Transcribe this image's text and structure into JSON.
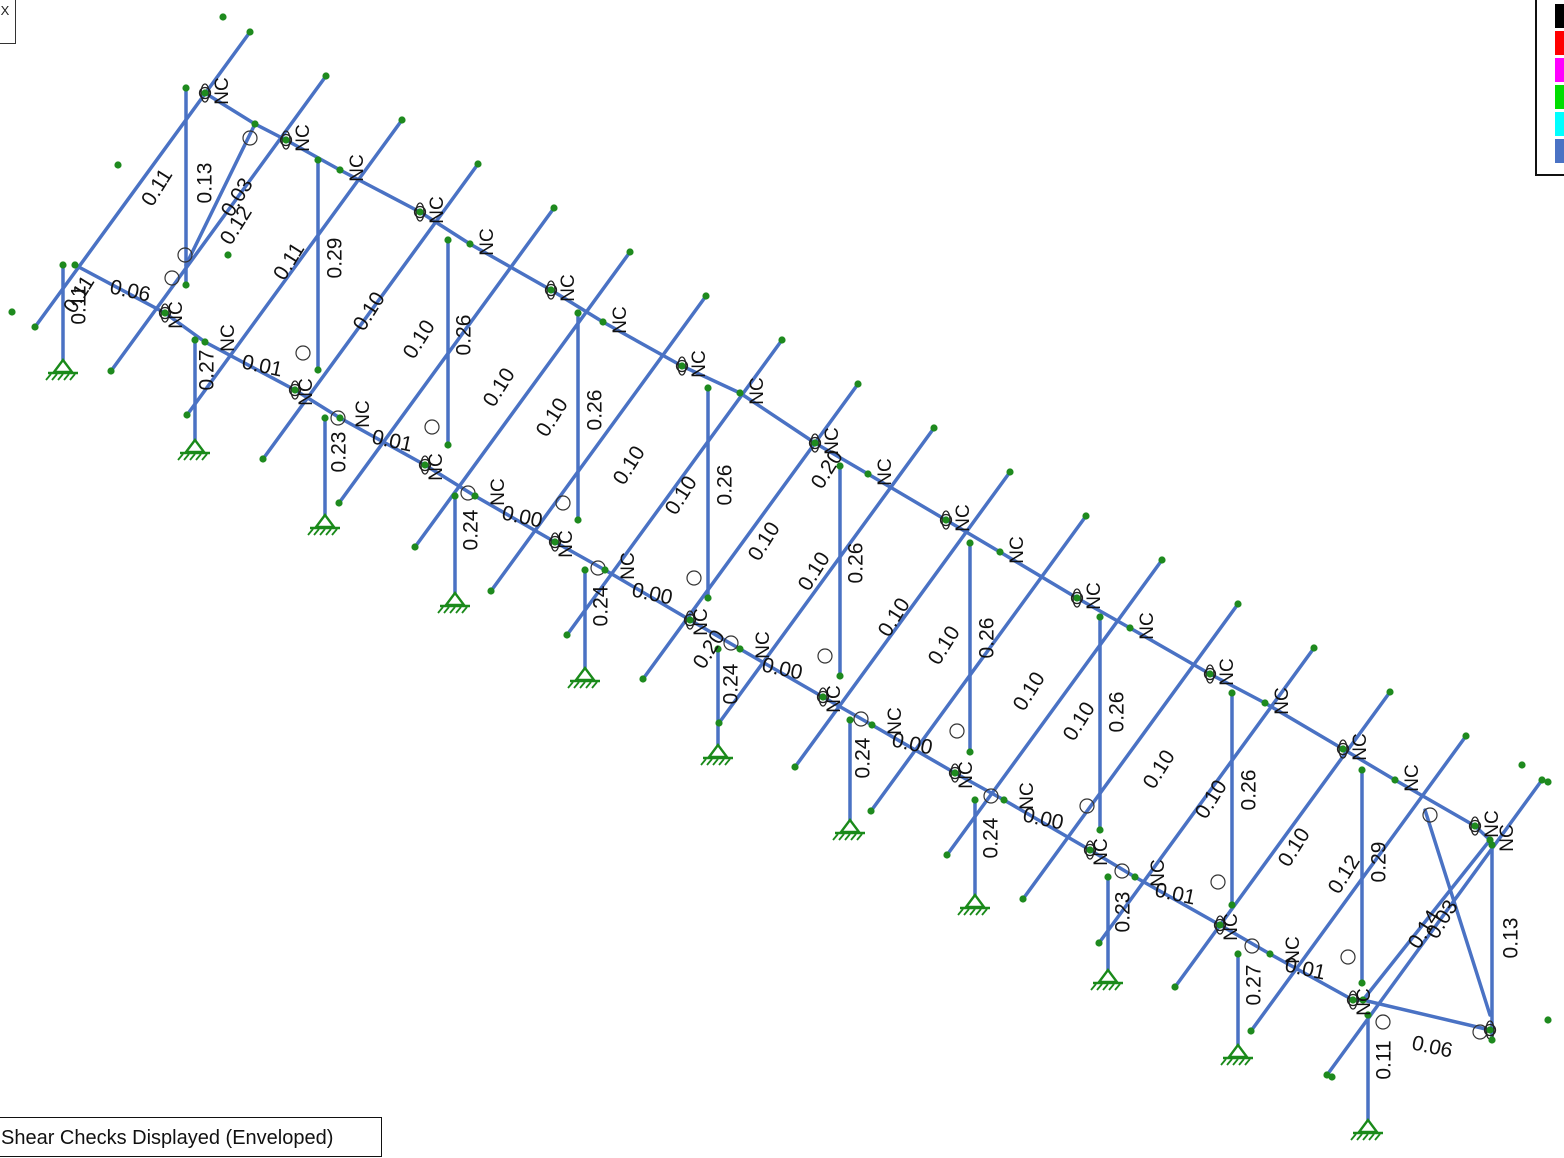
{
  "view_tag": "X",
  "status_text": "Shear Checks Displayed (Enveloped)",
  "legend": {
    "colors": [
      "#000000",
      "#ff0000",
      "#ff00ff",
      "#00dd00",
      "#00ffff",
      "#4a72c4"
    ]
  },
  "colors": {
    "member": "#4a72c4",
    "node": "#1e8a1e",
    "support": "#1a8a1a",
    "text": "#111111"
  },
  "labels": {
    "diag": [
      "0.11",
      "0.11",
      "0.10",
      "0.10",
      "0.10",
      "0.10",
      "0.10",
      "0.10",
      "0.10",
      "0.10",
      "0.10",
      "0.10",
      "0.10",
      "0.10",
      "0.10",
      "0.10",
      "0.10",
      "0.11"
    ],
    "vert": [
      "0.13",
      "0.29",
      "0.26",
      "0.26",
      "0.26",
      "0.26",
      "0.26",
      "0.26",
      "0.26",
      "0.29",
      "0.13"
    ],
    "brace": [
      "0.03",
      "0.12",
      "0.12",
      "0.03",
      "0.14"
    ],
    "column": [
      "0.11",
      "0.27",
      "0.23",
      "0.24",
      "0.24",
      "0.24",
      "0.24",
      "0.24",
      "0.23",
      "0.27",
      "0.11"
    ],
    "beam": [
      "0.06",
      "0.01",
      "0.01",
      "0.00",
      "0.00",
      "0.00",
      "0.00",
      "0.00",
      "0.01",
      "0.01",
      "0.06"
    ],
    "nc": "NC",
    "partial": [
      "0.20",
      "0.20"
    ]
  }
}
